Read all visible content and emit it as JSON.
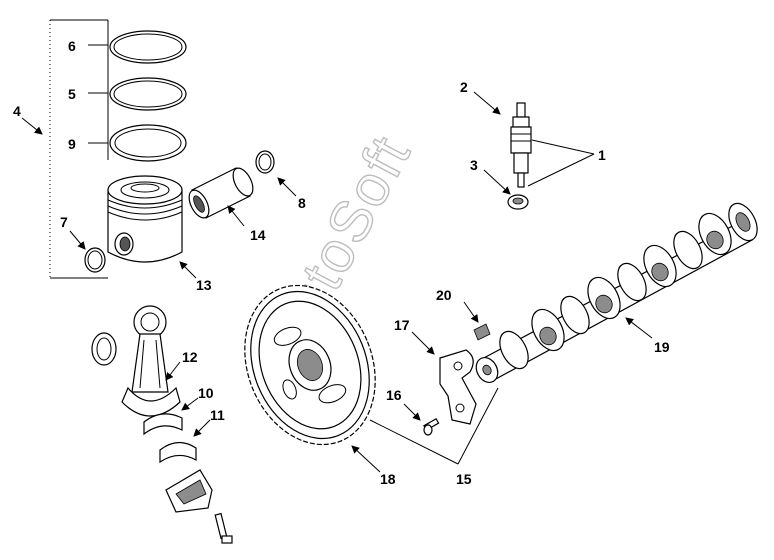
{
  "callouts": [
    {
      "key": "c1",
      "label": "1"
    },
    {
      "key": "c2",
      "label": "2"
    },
    {
      "key": "c3",
      "label": "3"
    },
    {
      "key": "c4",
      "label": "4"
    },
    {
      "key": "c5",
      "label": "5"
    },
    {
      "key": "c6",
      "label": "6"
    },
    {
      "key": "c7",
      "label": "7"
    },
    {
      "key": "c8",
      "label": "8"
    },
    {
      "key": "c9",
      "label": "9"
    },
    {
      "key": "c10",
      "label": "10"
    },
    {
      "key": "c11",
      "label": "11"
    },
    {
      "key": "c12",
      "label": "12"
    },
    {
      "key": "c13",
      "label": "13"
    },
    {
      "key": "c14",
      "label": "14"
    },
    {
      "key": "c15",
      "label": "15"
    },
    {
      "key": "c16",
      "label": "16"
    },
    {
      "key": "c17",
      "label": "17"
    },
    {
      "key": "c18",
      "label": "18"
    },
    {
      "key": "c19",
      "label": "19"
    },
    {
      "key": "c20",
      "label": "20"
    }
  ],
  "watermark": "AutoSoft"
}
